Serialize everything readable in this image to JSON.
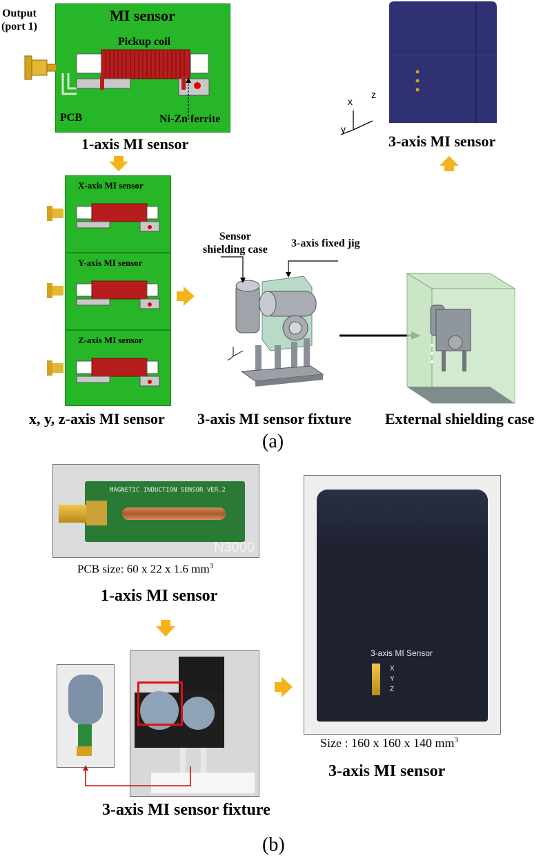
{
  "panel_a": {
    "tag": "(a)",
    "top_sensor": {
      "title": "MI sensor",
      "output_label_line1": "Output",
      "output_label_line2": "(port 1)",
      "pickup_coil": "Pickup coil",
      "pcb": "PCB",
      "ferrite": "Ni-Zn ferrite",
      "caption": "1-axis MI sensor"
    },
    "box3d": {
      "caption": "3-axis MI sensor",
      "axis_x": "x",
      "axis_y": "y",
      "axis_z": "z"
    },
    "stack": {
      "x_title": "X-axis MI sensor",
      "y_title": "Y-axis MI sensor",
      "z_title": "Z-axis MI sensor",
      "caption": "x, y, z-axis MI sensor"
    },
    "fixture": {
      "shield_line1": "Sensor",
      "shield_line2": "shielding case",
      "jig": "3-axis fixed jig",
      "caption": "3-axis MI sensor fixture"
    },
    "external": {
      "caption": "External shielding case"
    }
  },
  "panel_b": {
    "tag": "(b)",
    "pcb_photo": {
      "silk": "MAGNETIC INDUCTION SENSOR VER.2",
      "watermark": "N3000",
      "size_text": "PCB size: 60 x 22 x 1.6 mm",
      "size_sup": "3",
      "caption": "1-axis MI sensor"
    },
    "fixture_photo": {
      "caption": "3-axis MI sensor fixture"
    },
    "box_photo": {
      "label": "3-axis MI Sensor",
      "ch_x": "X",
      "ch_y": "Y",
      "ch_z": "Z",
      "size_text": "Size : 160 x 160 x 140 mm",
      "size_sup": "3",
      "caption": "3-axis MI sensor"
    }
  },
  "colors": {
    "pcb_green": "#27b627",
    "coil_red": "#b81d1d",
    "arrow_orange": "#f6b21b",
    "box_navy": "#2f3172",
    "connector_gold": "#d4a21c"
  }
}
